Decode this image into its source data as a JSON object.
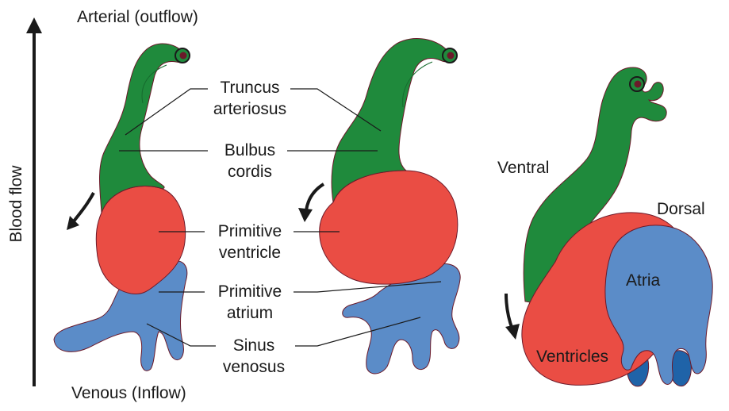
{
  "axis": {
    "top_label": "Arterial (outflow)",
    "bottom_label": "Venous (Inflow)",
    "side_label": "Blood flow"
  },
  "labels": {
    "truncus_line1": "Truncus",
    "truncus_line2": "arteriosus",
    "bulbus_line1": "Bulbus",
    "bulbus_line2": "cordis",
    "ventricle_line1": "Primitive",
    "ventricle_line2": "ventricle",
    "atrium_line1": "Primitive",
    "atrium_line2": "atrium",
    "sinus_line1": "Sinus",
    "sinus_line2": "venosus"
  },
  "orientation": {
    "ventral": "Ventral",
    "dorsal": "Dorsal"
  },
  "chambers": {
    "atria": "Atria",
    "ventricles": "Ventricles"
  },
  "colors": {
    "truncus_bulbus": "#1f8a3c",
    "ventricle": "#ea4d44",
    "atrium_sinus": "#5b8cc8",
    "dark_veins": "#1f63a8",
    "outline": "#6b1a2a",
    "text": "#1a1a1a"
  }
}
